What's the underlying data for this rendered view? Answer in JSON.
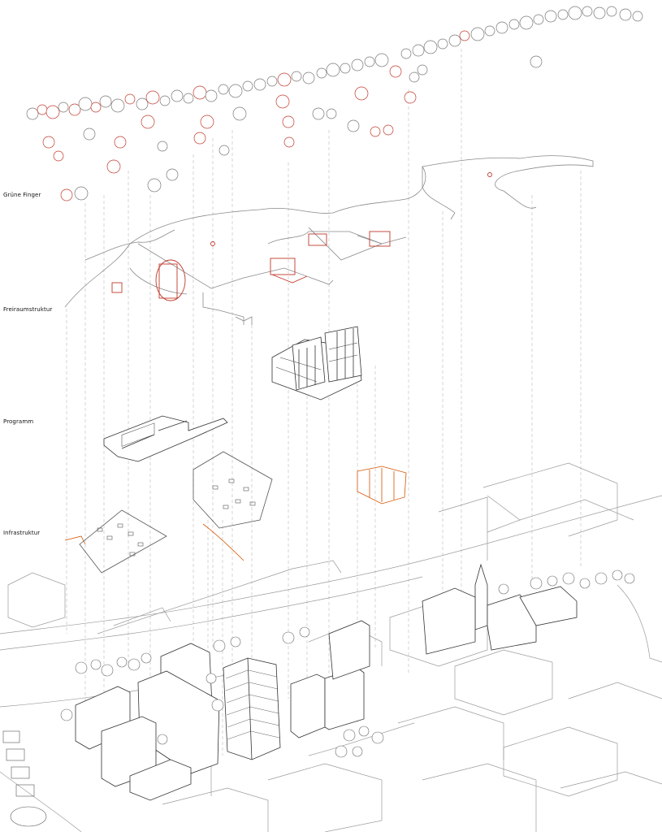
{
  "layers": [
    {
      "id": "gruene-finger",
      "label": "Grüne Finger"
    },
    {
      "id": "freiraumstruktur",
      "label": "Freiraumstruktur"
    },
    {
      "id": "programm",
      "label": "Programm"
    },
    {
      "id": "infrastruktur",
      "label": "Infrastruktur"
    }
  ],
  "colors": {
    "line": "#8a8a8a",
    "dark_line": "#333333",
    "accent_red": "#c0392b",
    "accent_orange": "#d35400",
    "dashed": "#b0b0b0"
  }
}
